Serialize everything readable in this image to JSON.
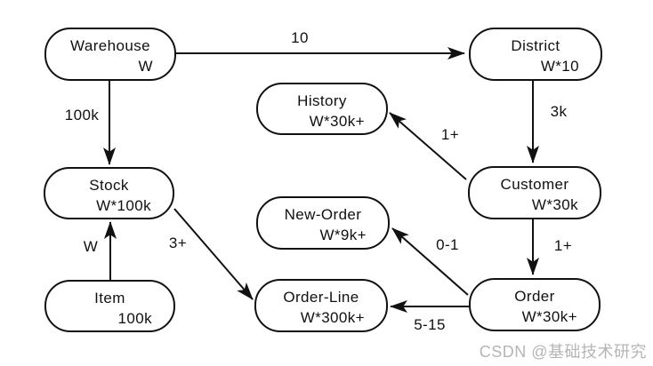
{
  "nodes": {
    "warehouse": {
      "name": "Warehouse",
      "count": "W"
    },
    "district": {
      "name": "District",
      "count": "W*10"
    },
    "history": {
      "name": "History",
      "count": "W*30k+"
    },
    "stock": {
      "name": "Stock",
      "count": "W*100k"
    },
    "customer": {
      "name": "Customer",
      "count": "W*30k"
    },
    "new_order": {
      "name": "New-Order",
      "count": "W*9k+"
    },
    "item": {
      "name": "Item",
      "count": "100k"
    },
    "order_line": {
      "name": "Order-Line",
      "count": "W*300k+"
    },
    "order": {
      "name": "Order",
      "count": "W*30k+"
    }
  },
  "edges": {
    "warehouse_district": {
      "from": "Warehouse",
      "to": "District",
      "label": "10"
    },
    "warehouse_stock": {
      "from": "Warehouse",
      "to": "Stock",
      "label": "100k"
    },
    "district_customer": {
      "from": "District",
      "to": "Customer",
      "label": "3k"
    },
    "customer_history": {
      "from": "Customer",
      "to": "History",
      "label": "1+"
    },
    "customer_order": {
      "from": "Customer",
      "to": "Order",
      "label": "1+"
    },
    "order_new_order": {
      "from": "Order",
      "to": "New-Order",
      "label": "0-1"
    },
    "order_order_line": {
      "from": "Order",
      "to": "Order-Line",
      "label": "5-15"
    },
    "stock_order_line": {
      "from": "Stock",
      "to": "Order-Line",
      "label": "3+"
    },
    "item_stock": {
      "from": "Item",
      "to": "Stock",
      "label": "W"
    }
  },
  "watermark": {
    "text": "CSDN @基础技术研究",
    "color": "#b5b5b5"
  },
  "colors": {
    "background": "#ffffff",
    "line": "#111111",
    "text": "#111111"
  }
}
